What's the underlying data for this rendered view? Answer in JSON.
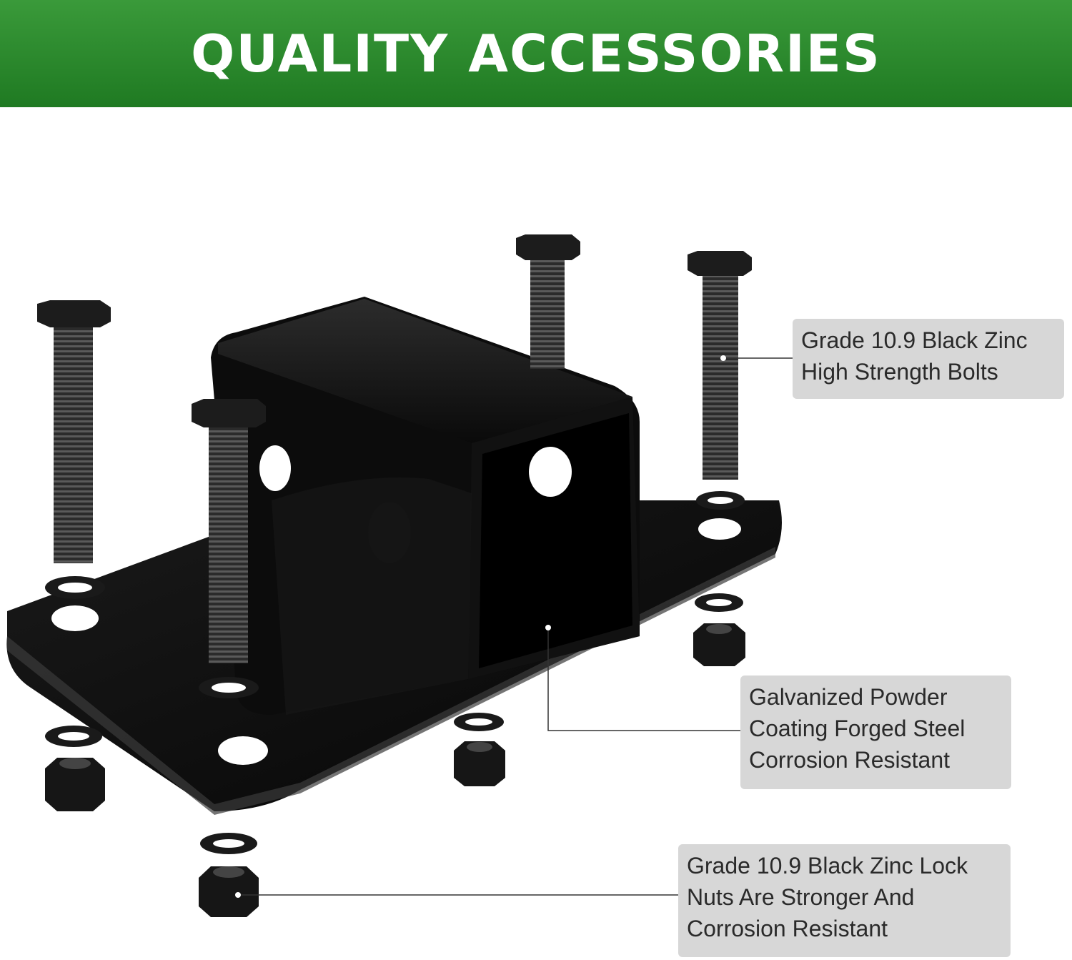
{
  "banner": {
    "title": "QUALITY ACCESSORIES",
    "color": "#2a8c2c"
  },
  "callouts": {
    "bolts": {
      "line1": "Grade 10.9 Black Zinc",
      "line2": "High Strength Bolts"
    },
    "steel": {
      "line1": "Galvanized Powder",
      "line2": "Coating Forged Steel",
      "line3": "Corrosion Resistant"
    },
    "nuts": {
      "line1": "Grade 10.9 Black Zinc Lock",
      "line2": "Nuts Are Stronger And",
      "line3": "Corrosion Resistant"
    }
  }
}
